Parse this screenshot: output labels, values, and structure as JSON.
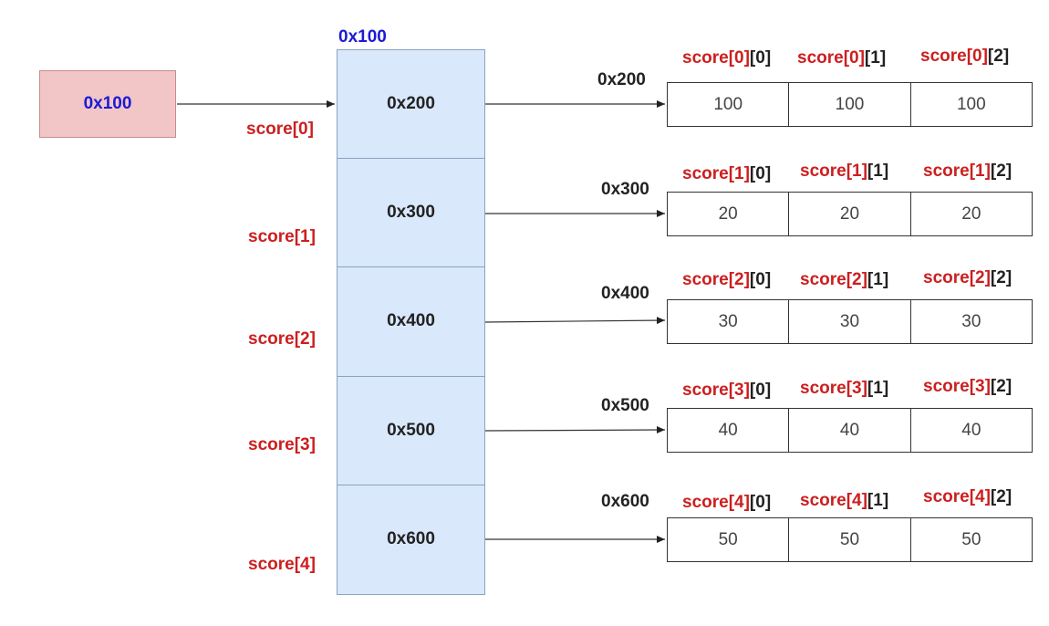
{
  "pointer": {
    "value": "0x100"
  },
  "outer_array": {
    "address": "0x100",
    "cells": [
      {
        "value": "0x200",
        "label": "score[0]"
      },
      {
        "value": "0x300",
        "label": "score[1]"
      },
      {
        "value": "0x400",
        "label": "score[2]"
      },
      {
        "value": "0x500",
        "label": "score[3]"
      },
      {
        "value": "0x600",
        "label": "score[4]"
      }
    ]
  },
  "rows": [
    {
      "address": "0x200",
      "headers": [
        {
          "a": "score[0]",
          "b": "[0]"
        },
        {
          "a": "score[0]",
          "b": "[1]"
        },
        {
          "a": "score[0]",
          "b": "[2]"
        }
      ],
      "values": [
        "100",
        "100",
        "100"
      ]
    },
    {
      "address": "0x300",
      "headers": [
        {
          "a": "score[1]",
          "b": "[0]"
        },
        {
          "a": "score[1]",
          "b": "[1]"
        },
        {
          "a": "score[1]",
          "b": "[2]"
        }
      ],
      "values": [
        "20",
        "20",
        "20"
      ]
    },
    {
      "address": "0x400",
      "headers": [
        {
          "a": "score[2]",
          "b": "[0]"
        },
        {
          "a": "score[2]",
          "b": "[1]"
        },
        {
          "a": "score[2]",
          "b": "[2]"
        }
      ],
      "values": [
        "30",
        "30",
        "30"
      ]
    },
    {
      "address": "0x500",
      "headers": [
        {
          "a": "score[3]",
          "b": "[0]"
        },
        {
          "a": "score[3]",
          "b": "[1]"
        },
        {
          "a": "score[3]",
          "b": "[2]"
        }
      ],
      "values": [
        "40",
        "40",
        "40"
      ]
    },
    {
      "address": "0x600",
      "headers": [
        {
          "a": "score[4]",
          "b": "[0]"
        },
        {
          "a": "score[4]",
          "b": "[1]"
        },
        {
          "a": "score[4]",
          "b": "[2]"
        }
      ],
      "values": [
        "50",
        "50",
        "50"
      ]
    }
  ]
}
